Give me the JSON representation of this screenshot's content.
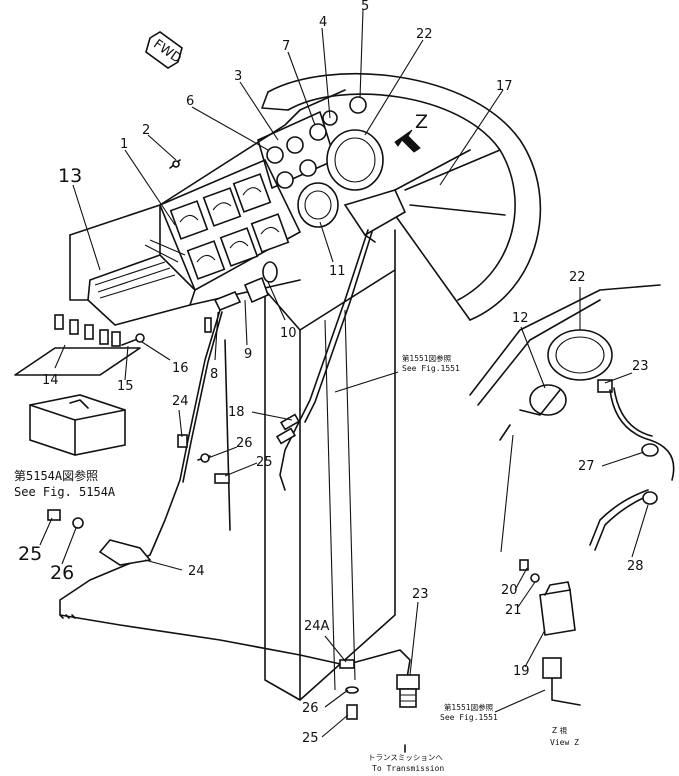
{
  "fwd_label": "FWD",
  "view_marker": "Z",
  "callouts": [
    "1",
    "2",
    "3",
    "4",
    "5",
    "6",
    "7",
    "8",
    "9",
    "10",
    "11",
    "12",
    "13",
    "14",
    "15",
    "16",
    "17",
    "18",
    "19",
    "20",
    "21",
    "22",
    "23",
    "24",
    "24A",
    "25",
    "26",
    "27",
    "28"
  ],
  "refs": {
    "fig1551_top_jp": "第1551図参照",
    "fig1551_top_en": "See Fig.1551",
    "fig5154_jp": "第5154A図参照",
    "fig5154_en": "See Fig. 5154A",
    "fig1551_bottom_jp": "第1551図参照",
    "fig1551_bottom_en": "See Fig.1551",
    "transmission_jp": "トランスミッションへ",
    "transmission_en": "To Transmission",
    "view_jp": "Z 視",
    "view_en": "View Z"
  }
}
